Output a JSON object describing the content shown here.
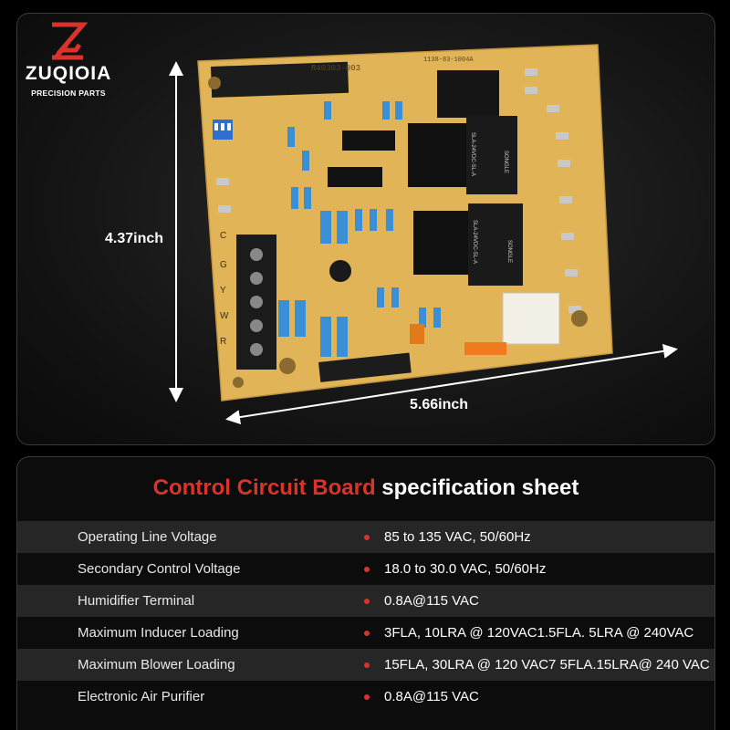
{
  "brand": {
    "name": "ZUQIOIA",
    "tagline": "PRECISION PARTS",
    "accent_color": "#d9342b"
  },
  "product": {
    "height_label": "4.37inch",
    "width_label": "5.66inch",
    "board_print": {
      "part_top": "R40303-003",
      "part_code": "1138-83-1004A",
      "terminal_letters": [
        "C",
        "G",
        "Y",
        "W",
        "R"
      ],
      "relay_1": "SLA-24VDC-SL-A",
      "relay_brand": "SONGLE",
      "relay_2": "SLA-24VDC-SL-A"
    }
  },
  "spec_sheet": {
    "title_accent": "Control Circuit Board",
    "title_rest": "specification sheet",
    "rows": [
      {
        "label": "Operating Line Voltage",
        "value": "85 to 135 VAC, 50/60Hz"
      },
      {
        "label": "Secondary Control Voltage",
        "value": "18.0 to 30.0 VAC, 50/60Hz"
      },
      {
        "label": "Humidifier Terminal",
        "value": "0.8A@115 VAC"
      },
      {
        "label": "Maximum  Inducer Loading",
        "value": "3FLA, 10LRA @ 120VAC1.5FLA. 5LRA @ 240VAC"
      },
      {
        "label": "Maximum  Blower Loading",
        "value": "15FLA, 30LRA @ 120 VAC7 5FLA.15LRA@ 240 VAC"
      },
      {
        "label": "Electronic Air Purifier",
        "value": "0.8A@115 VAC"
      }
    ]
  }
}
